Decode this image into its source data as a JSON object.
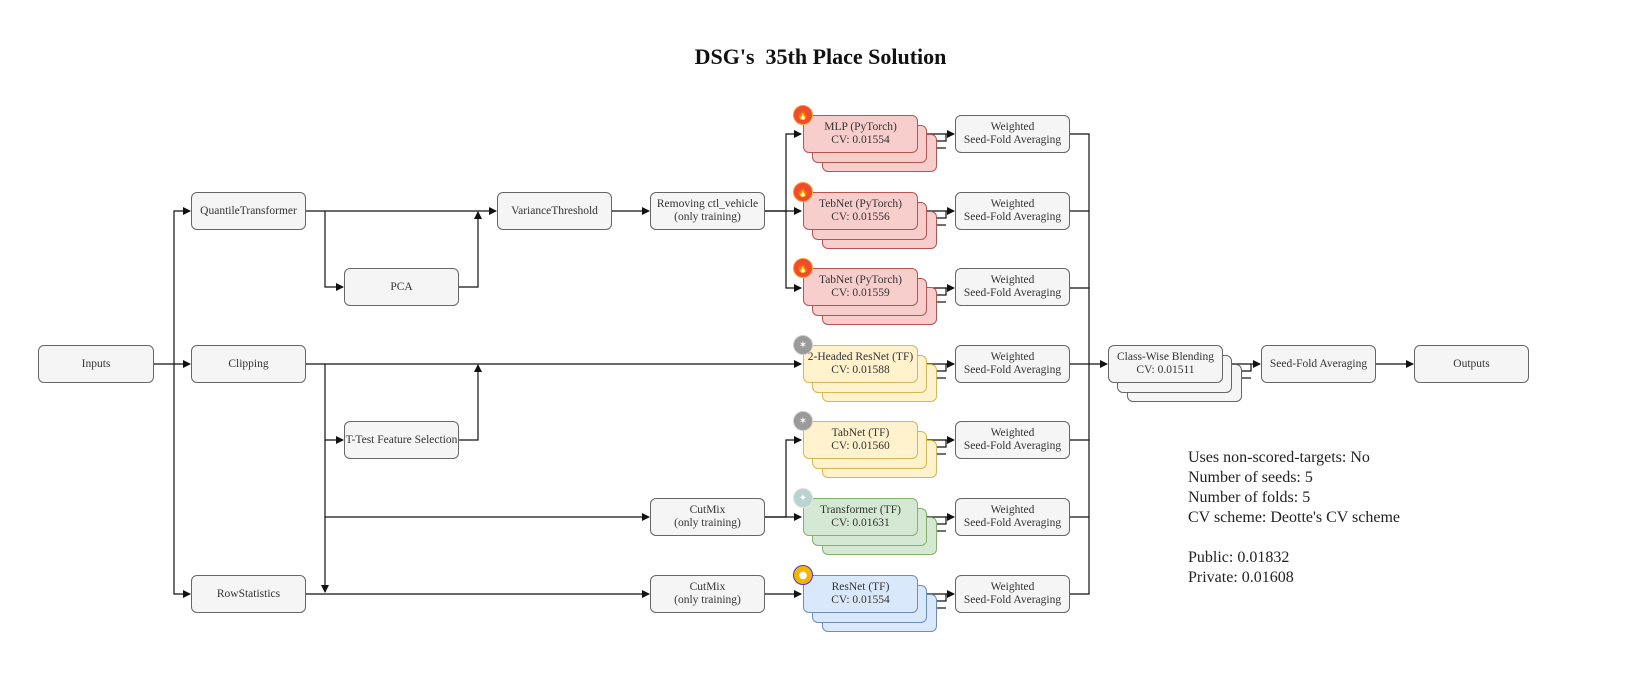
{
  "title": "DSG's  35th Place Solution",
  "nodes": {
    "inputs": "Inputs",
    "quantile": "QuantileTransformer",
    "clipping": "Clipping",
    "rowstats": "RowStatistics",
    "pca": "PCA",
    "ttest": "T-Test Feature Selection",
    "variance": "VarianceThreshold",
    "remove_l1": "Removing ctl_vehicle",
    "remove_l2": "(only training)",
    "cutmix1_l1": "CutMix",
    "cutmix1_l2": "(only training)",
    "cutmix2_l1": "CutMix",
    "cutmix2_l2": "(only training)",
    "blend_l1": "Class-Wise Blending",
    "blend_l2": "CV: 0.01511",
    "final_avg": "Seed-Fold Averaging",
    "outputs": "Outputs"
  },
  "models": [
    {
      "name": "MLP (PyTorch)",
      "cv": "CV: 0.01554",
      "color": "red",
      "icon": "pytorch-icon"
    },
    {
      "name": "TebNet (PyTorch)",
      "cv": "CV: 0.01556",
      "color": "red",
      "icon": "pytorch-icon"
    },
    {
      "name": "TabNet (PyTorch)",
      "cv": "CV: 0.01559",
      "color": "red",
      "icon": "pytorch-icon"
    },
    {
      "name": "2-Headed ResNet (TF)",
      "cv": "CV: 0.01588",
      "color": "yellow",
      "icon": "tensorflow-icon"
    },
    {
      "name": "TabNet (TF)",
      "cv": "CV: 0.01560",
      "color": "yellow",
      "icon": "tensorflow-icon"
    },
    {
      "name": "Transformer (TF)",
      "cv": "CV: 0.01631",
      "color": "green",
      "icon": "transformer-icon"
    },
    {
      "name": "ResNet (TF)",
      "cv": "CV: 0.01554",
      "color": "blue",
      "icon": "resnet-icon"
    }
  ],
  "averaging": {
    "line1": "Weighted",
    "line2": "Seed-Fold Averaging"
  },
  "info": {
    "targets": "Uses non-scored-targets: No",
    "seeds": "Number of seeds: 5",
    "folds": "Number of folds: 5",
    "cv_scheme": "CV scheme: Deotte's CV scheme",
    "public": "Public: 0.01832",
    "private": "Private: 0.01608"
  },
  "colors": {
    "red_fill": "#f8cecc",
    "red_stroke": "#b85450",
    "yellow_fill": "#fff2cc",
    "yellow_stroke": "#d6b656",
    "green_fill": "#d5e8d4",
    "green_stroke": "#82b366",
    "blue_fill": "#dae8fc",
    "blue_stroke": "#6c8ebf",
    "gray_fill": "#f5f5f5",
    "gray_stroke": "#666666"
  }
}
